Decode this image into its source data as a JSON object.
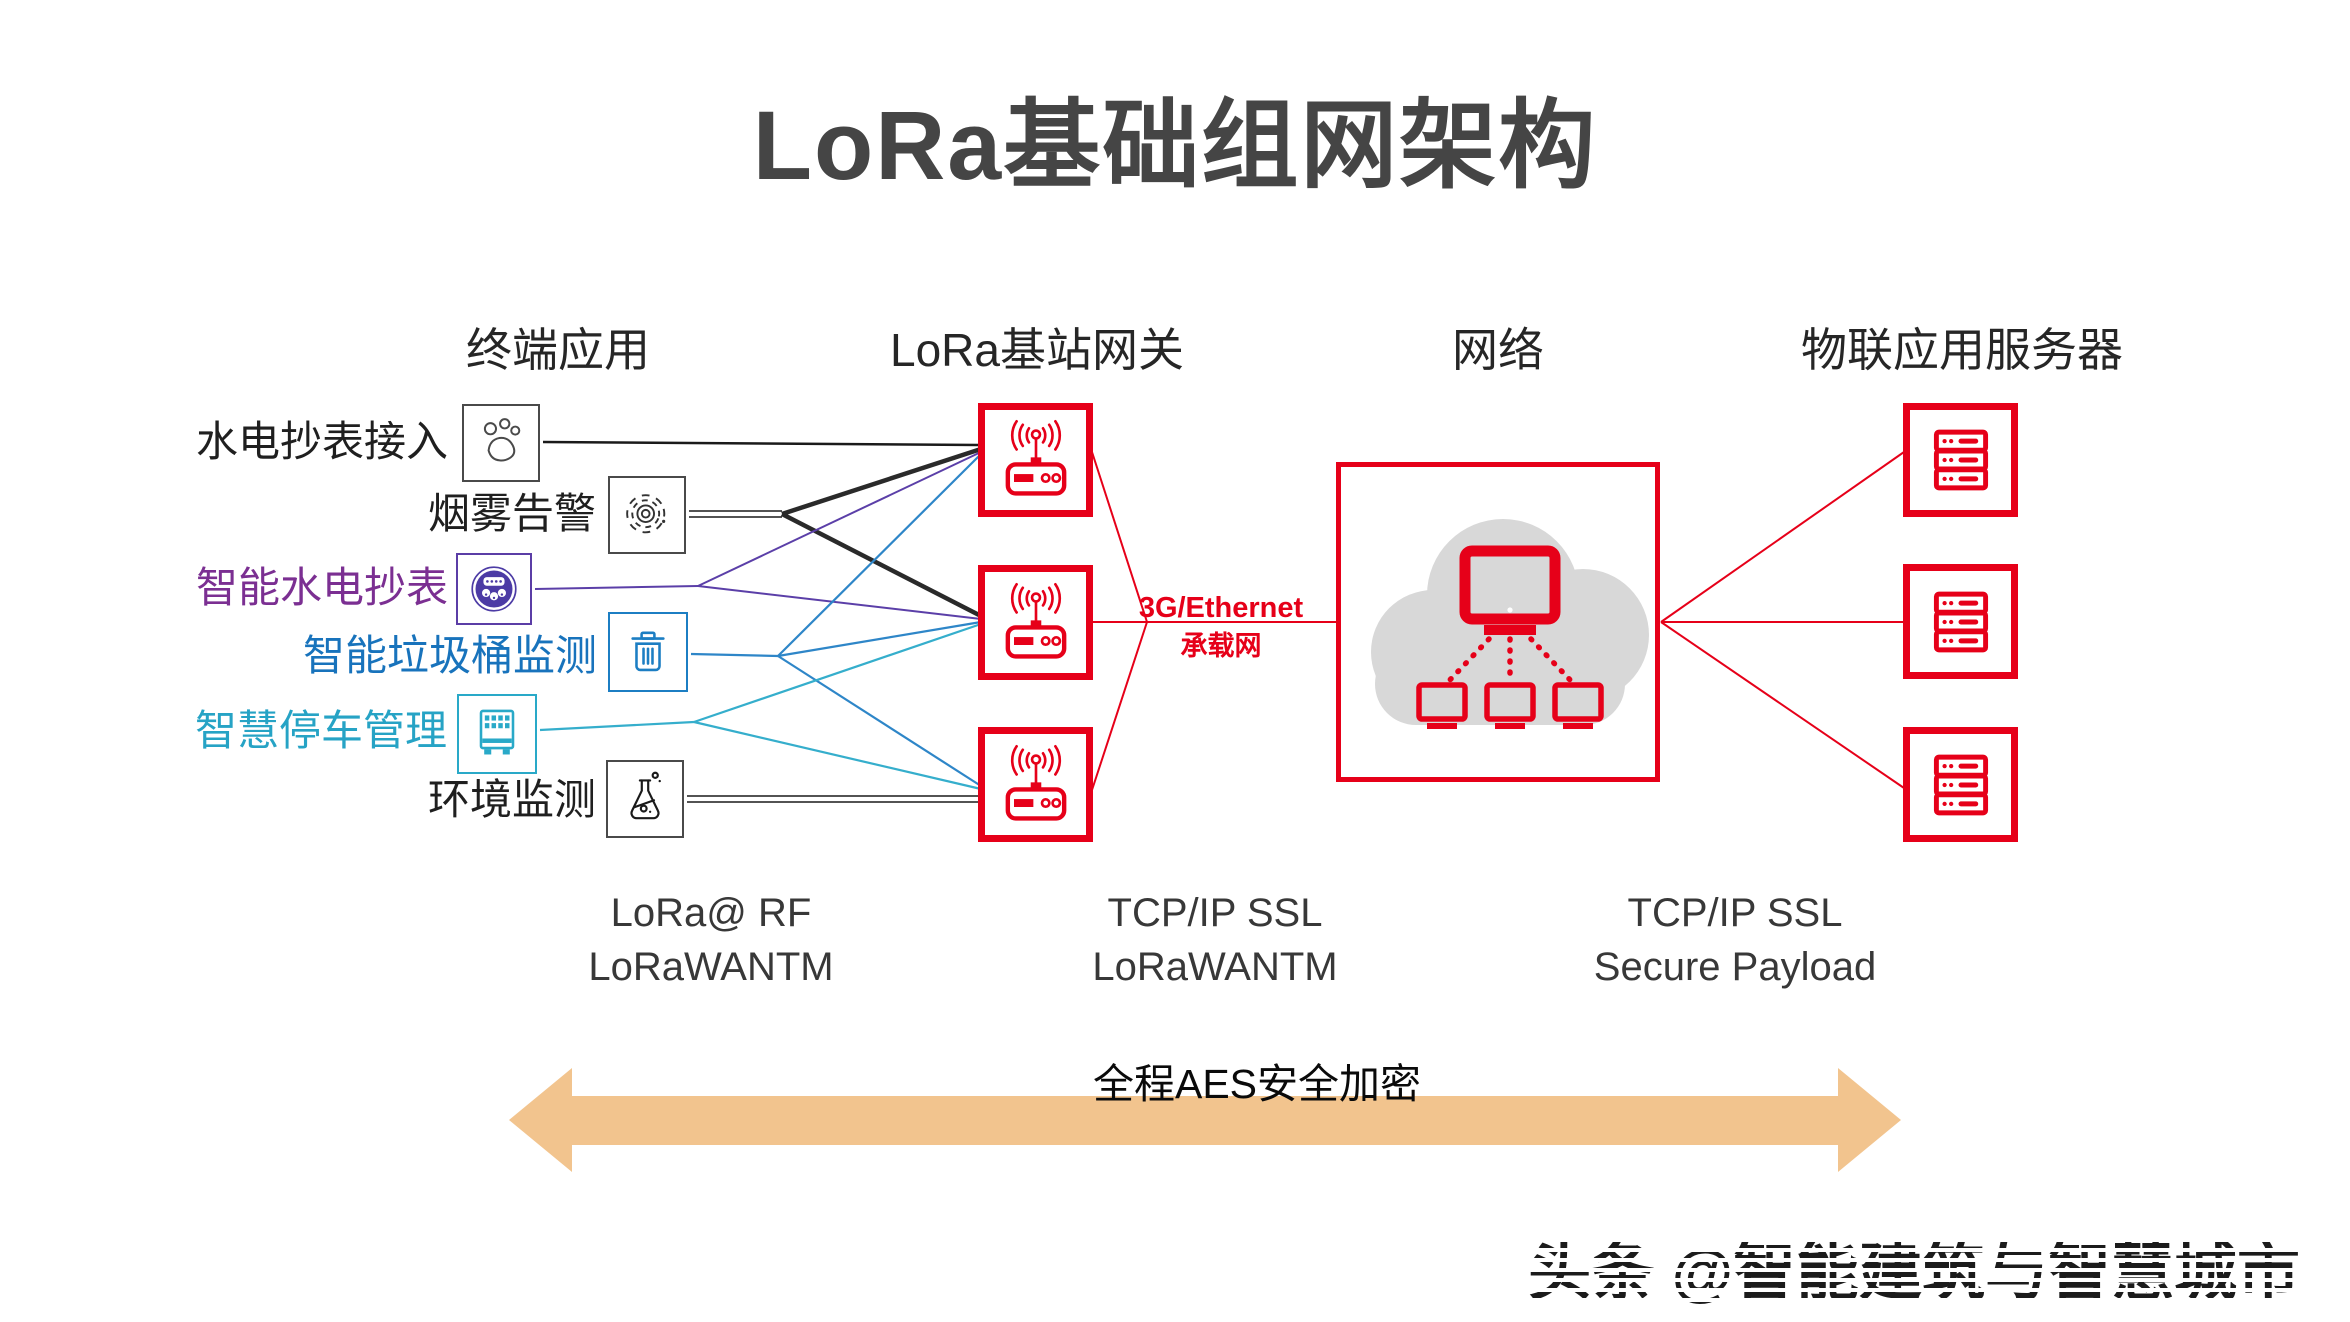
{
  "title": "LoRa基础组网架构",
  "columns": [
    "终端应用",
    "LoRa基站网关",
    "网络",
    "物联应用服务器"
  ],
  "devices": [
    {
      "label": "水电抄表接入",
      "icon": "paw-icon",
      "color": "#1f1f1f"
    },
    {
      "label": "烟雾告警",
      "icon": "smoke-sensor-icon",
      "color": "#1f1f1f"
    },
    {
      "label": "智能水电抄表",
      "icon": "smart-meter-icon",
      "color": "#7B2F92"
    },
    {
      "label": "智能垃圾桶监测",
      "icon": "trash-bin-icon",
      "color": "#1873BC"
    },
    {
      "label": "智慧停车管理",
      "icon": "parking-meter-icon",
      "color": "#26A3C5"
    },
    {
      "label": "环境监测",
      "icon": "flask-icon",
      "color": "#1f1f1f"
    }
  ],
  "carrier_label": {
    "line1": "3G/Ethernet",
    "line2": "承载网"
  },
  "protocol_labels": [
    {
      "line1": "LoRa@ RF",
      "line2": "LoRaWANTM"
    },
    {
      "line1": "TCP/IP SSL",
      "line2": "LoRaWANTM"
    },
    {
      "line1": "TCP/IP SSL",
      "line2": "Secure Payload"
    }
  ],
  "aes_banner": "全程AES安全加密",
  "watermark": "头条 @智能建筑与智慧城市",
  "colors": {
    "red": "#E60019",
    "purple_text": "#7B2F92",
    "purple_icon": "#4C3BA5",
    "blue": "#1873BC",
    "cyan": "#29A9C8",
    "arrow_orange": "#F2C48E",
    "cloud_gray": "#D8D8D8",
    "dark": "#1f1f1f"
  }
}
